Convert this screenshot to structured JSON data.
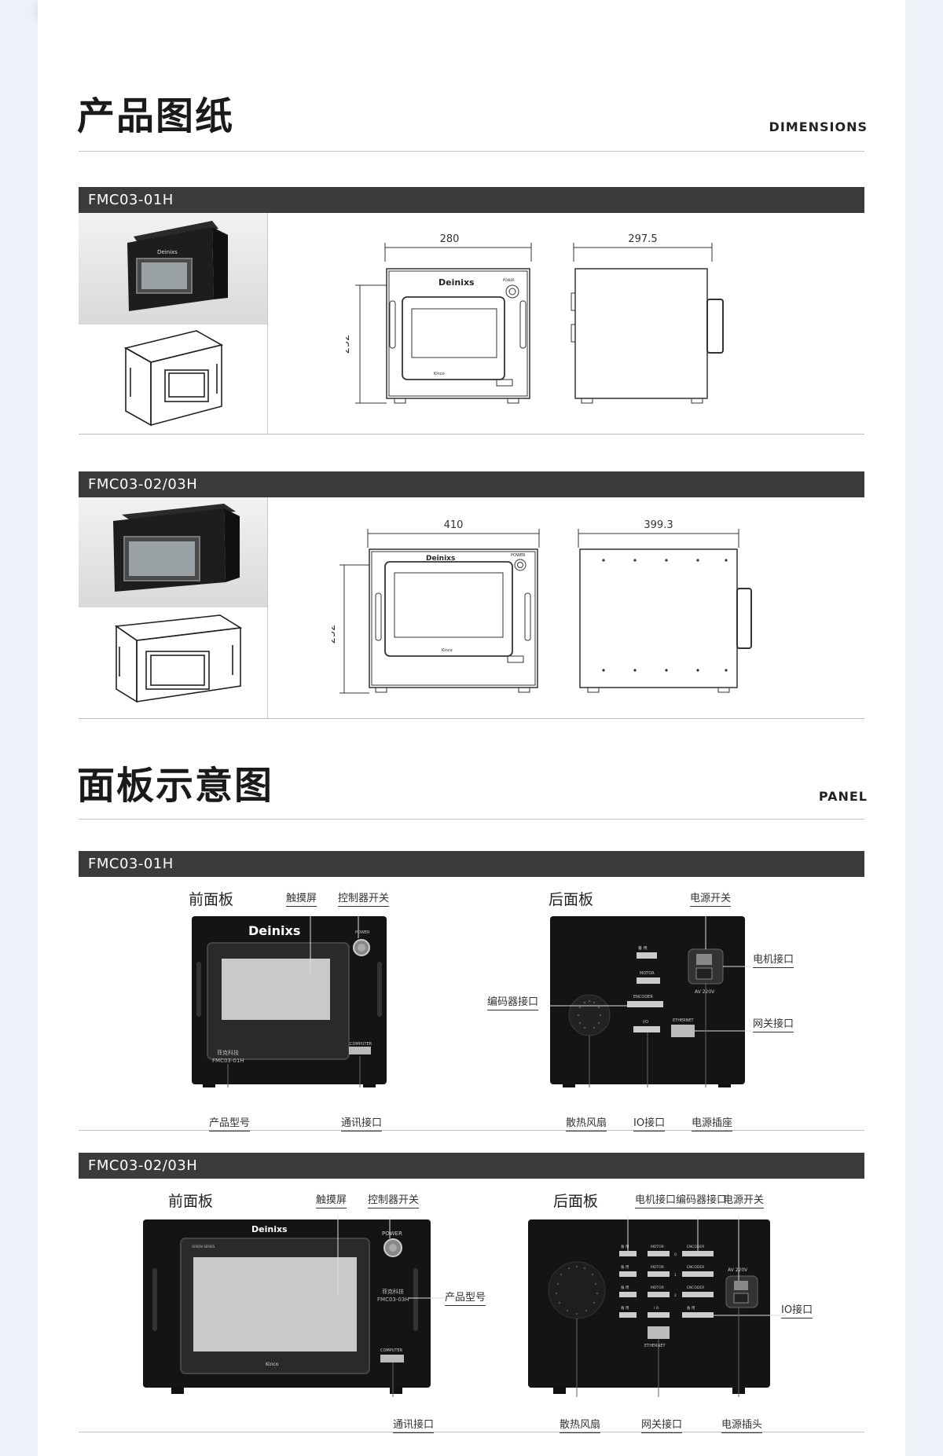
{
  "dimensions": {
    "title": "产品图纸",
    "subtitle": "DIMENSIONS",
    "models": [
      {
        "name": "FMC03-01H",
        "width": "280",
        "height": "252",
        "depth": "297.5"
      },
      {
        "name": "FMC03-02/03H",
        "width": "410",
        "height": "252",
        "depth": "399.3"
      }
    ]
  },
  "panel": {
    "title": "面板示意图",
    "subtitle": "PANEL",
    "models": [
      {
        "name": "FMC03-01H",
        "front": {
          "title": "前面板",
          "touchscreen": "触摸屏",
          "switch": "控制器开关",
          "model_no": "产品型号",
          "comm_port": "通讯接口"
        },
        "rear": {
          "title": "后面板",
          "power_switch": "电源开关",
          "motor_port": "电机接口",
          "encoder_port": "编码器接口",
          "net_port": "网关接口",
          "fan": "散热风扇",
          "io_port": "IO接口",
          "power_socket": "电源插座"
        }
      },
      {
        "name": "FMC03-02/03H",
        "front": {
          "title": "前面板",
          "touchscreen": "触摸屏",
          "switch": "控制器开关",
          "model_no": "产品型号",
          "comm_port": "通讯接口"
        },
        "rear": {
          "title": "后面板",
          "motor_port": "电机接口",
          "encoder_port": "编码器接口",
          "power_switch": "电源开关",
          "io_port": "IO接口",
          "fan": "散热风扇",
          "net_port": "网关接口",
          "power_plug": "电源插头"
        }
      }
    ]
  },
  "device": {
    "brand": "Deinixs",
    "power": "POWER",
    "computer": "COMPUTER",
    "kinco": "Kinco",
    "green_series": "GREEN SERIES",
    "company": "菲克科技",
    "model_01": "FMC03-01H",
    "model_03": "FMC03-03H",
    "voltage": "AV 220V",
    "voltage2": "AV  220V",
    "motor": "MOTOR",
    "encoder": "ENCODER",
    "ethernet": "ETHERNET",
    "io": "I/O",
    "io2": "I O",
    "spare": "备 用",
    "idx": [
      "0",
      "1",
      "2"
    ]
  }
}
